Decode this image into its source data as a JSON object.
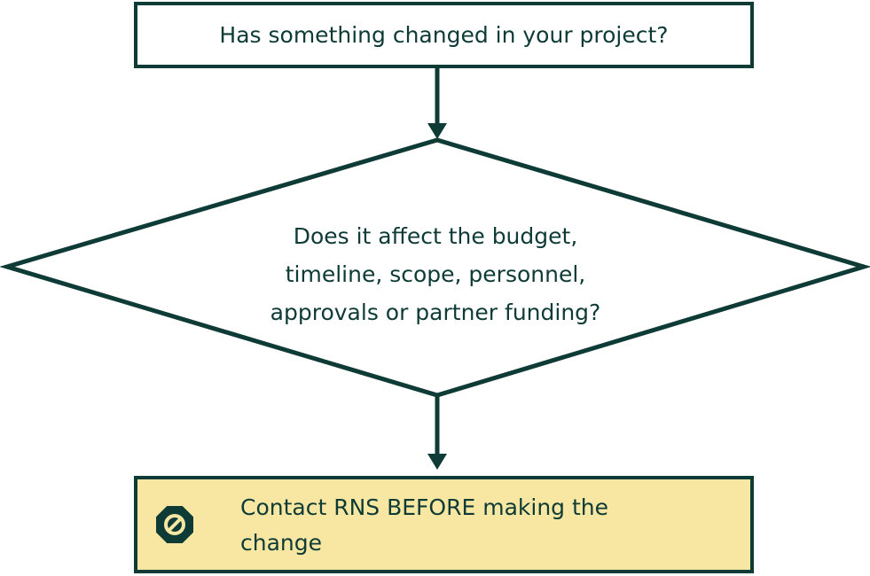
{
  "colors": {
    "stroke": "#0e3b36",
    "text": "#0e3b36",
    "highlight_fill": "#f8e7a2",
    "background": "#ffffff"
  },
  "start_box": {
    "text": "Has something changed in your project?"
  },
  "decision": {
    "lines": [
      "Does it affect the budget,",
      "timeline, scope, personnel,",
      "approvals or partner funding?"
    ]
  },
  "outcome_box": {
    "icon": "stop-icon",
    "lines": [
      "Contact RNS BEFORE making the",
      "change"
    ]
  }
}
